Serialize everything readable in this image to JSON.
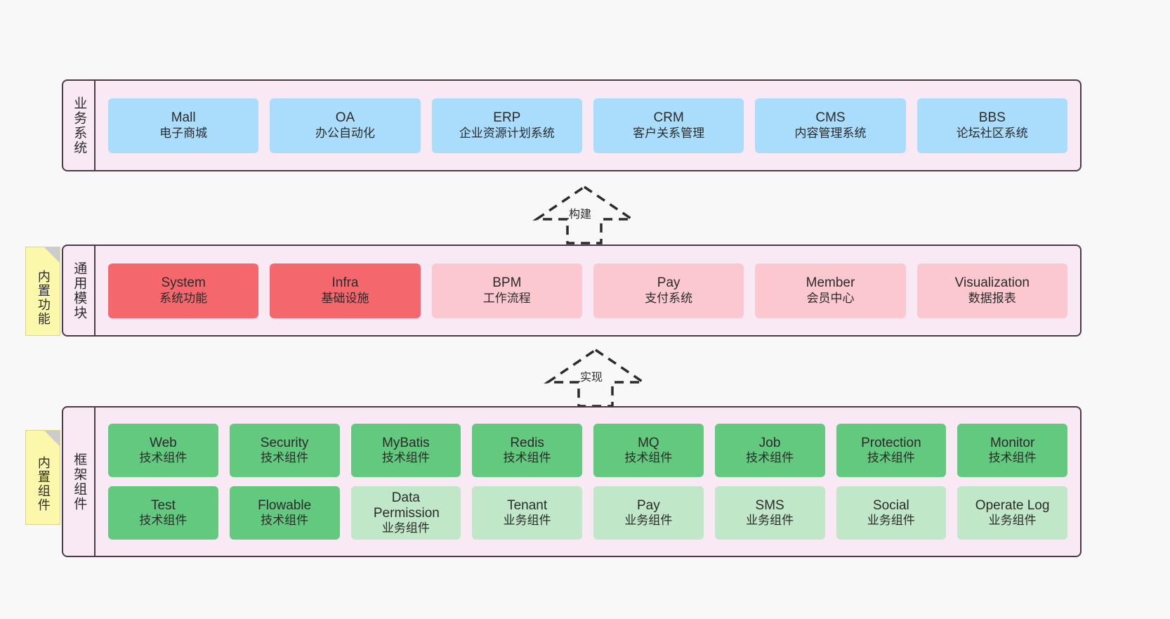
{
  "layers": [
    {
      "id": "business",
      "title": "业务系统",
      "cards": [
        {
          "name": "Mall",
          "desc": "电子商城"
        },
        {
          "name": "OA",
          "desc": "办公自动化"
        },
        {
          "name": "ERP",
          "desc": "企业资源计划系统"
        },
        {
          "name": "CRM",
          "desc": "客户关系管理"
        },
        {
          "name": "CMS",
          "desc": "内容管理系统"
        },
        {
          "name": "BBS",
          "desc": "论坛社区系统"
        }
      ]
    },
    {
      "id": "common",
      "title": "通用模块",
      "note": "内置功能",
      "cards": [
        {
          "name": "System",
          "desc": "系统功能",
          "tone": "red"
        },
        {
          "name": "Infra",
          "desc": "基础设施",
          "tone": "red"
        },
        {
          "name": "BPM",
          "desc": "工作流程",
          "tone": "pink"
        },
        {
          "name": "Pay",
          "desc": "支付系统",
          "tone": "pink"
        },
        {
          "name": "Member",
          "desc": "会员中心",
          "tone": "pink"
        },
        {
          "name": "Visualization",
          "desc": "数据报表",
          "tone": "pink"
        }
      ]
    },
    {
      "id": "framework",
      "title": "框架组件",
      "note": "内置组件",
      "row1": [
        {
          "name": "Web",
          "desc": "技术组件"
        },
        {
          "name": "Security",
          "desc": "技术组件"
        },
        {
          "name": "MyBatis",
          "desc": "技术组件"
        },
        {
          "name": "Redis",
          "desc": "技术组件"
        },
        {
          "name": "MQ",
          "desc": "技术组件"
        },
        {
          "name": "Job",
          "desc": "技术组件"
        },
        {
          "name": "Protection",
          "desc": "技术组件"
        },
        {
          "name": "Monitor",
          "desc": "技术组件"
        }
      ],
      "row2": [
        {
          "name": "Test",
          "desc": "技术组件",
          "tone": "green"
        },
        {
          "name": "Flowable",
          "desc": "技术组件",
          "tone": "green"
        },
        {
          "name": "Data Permission",
          "desc": "业务组件",
          "tone": "lgreen"
        },
        {
          "name": "Tenant",
          "desc": "业务组件",
          "tone": "lgreen"
        },
        {
          "name": "Pay",
          "desc": "业务组件",
          "tone": "lgreen"
        },
        {
          "name": "SMS",
          "desc": "业务组件",
          "tone": "lgreen"
        },
        {
          "name": "Social",
          "desc": "业务组件",
          "tone": "lgreen"
        },
        {
          "name": "Operate Log",
          "desc": "业务组件",
          "tone": "lgreen"
        }
      ]
    }
  ],
  "arrows": [
    {
      "id": "build",
      "label": "构建"
    },
    {
      "id": "implement",
      "label": "实现"
    }
  ],
  "colors": {
    "background": "#f8f8f8",
    "layer_fill": "#f8e9f4",
    "layer_border": "#4a3b46",
    "blue": "#a9ddfb",
    "red": "#f4676d",
    "pink": "#fbc8d0",
    "green": "#62c97e",
    "light_green": "#bfe7c8",
    "note_yellow": "#fbf8ab",
    "note_fold": "#cccccc"
  }
}
